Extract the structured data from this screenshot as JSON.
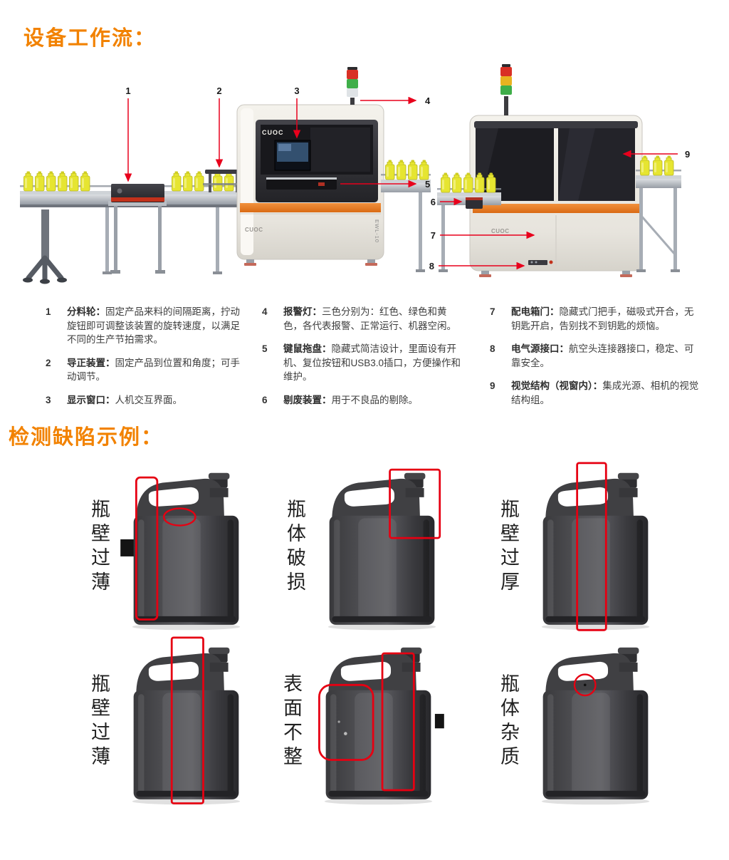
{
  "page": {
    "section1_title": "设备工作流：",
    "section2_title": "检测缺陷示例："
  },
  "colors": {
    "accent_orange": "#F28200",
    "callout_red": "#E8001C",
    "annotation_red": "#E60012",
    "machine_stripe_orange": "#E87722",
    "bottle_yellow": "#E4E431",
    "tower_red": "#D93025",
    "tower_yellow": "#E8B320",
    "tower_green": "#3FAE49"
  },
  "diagram": {
    "brand": "CUOC",
    "model": "EWL-10",
    "callouts": [
      "1",
      "2",
      "3",
      "4",
      "5",
      "6",
      "7",
      "8",
      "9"
    ]
  },
  "legend": {
    "items": [
      {
        "num": "1",
        "term": "分料轮：",
        "desc": "固定产品来料的间隔距离，拧动旋钮即可调整该装置的旋转速度，以满足不同的生产节拍需求。"
      },
      {
        "num": "2",
        "term": "导正装置：",
        "desc": "固定产品到位置和角度；可手动调节。"
      },
      {
        "num": "3",
        "term": "显示窗口：",
        "desc": "人机交互界面。"
      },
      {
        "num": "4",
        "term": "报警灯：",
        "desc": "三色分别为：红色、绿色和黄色，各代表报警、正常运行、机器空闲。"
      },
      {
        "num": "5",
        "term": "键鼠拖盘：",
        "desc": "隐藏式简洁设计，里面设有开机、复位按钮和USB3.0插口，方便操作和维护。"
      },
      {
        "num": "6",
        "term": "剔废装置：",
        "desc": "用于不良品的剔除。"
      },
      {
        "num": "7",
        "term": "配电箱门：",
        "desc": "隐藏式门把手，磁吸式开合，无钥匙开启，告别找不到钥匙的烦恼。"
      },
      {
        "num": "8",
        "term": "电气源接口：",
        "desc": "航空头连接器接口，稳定、可靠安全。"
      },
      {
        "num": "9",
        "term": "视觉结构（视窗内）：",
        "desc": "集成光源、相机的视觉结构组。"
      }
    ]
  },
  "defects": {
    "items": [
      {
        "label": "瓶壁过薄",
        "annotation": "left-wall-tall-rect-and-ellipse"
      },
      {
        "label": "瓶体破损",
        "annotation": "top-right-spout-rect"
      },
      {
        "label": "瓶壁过厚",
        "annotation": "center-full-height-rect"
      },
      {
        "label": "瓶壁过薄",
        "annotation": "center-right-full-height-rect"
      },
      {
        "label": "表面不整",
        "annotation": "body-rounded-rect-and-vertical-rect"
      },
      {
        "label": "瓶体杂质",
        "annotation": "small-circle-upper-body"
      }
    ]
  }
}
